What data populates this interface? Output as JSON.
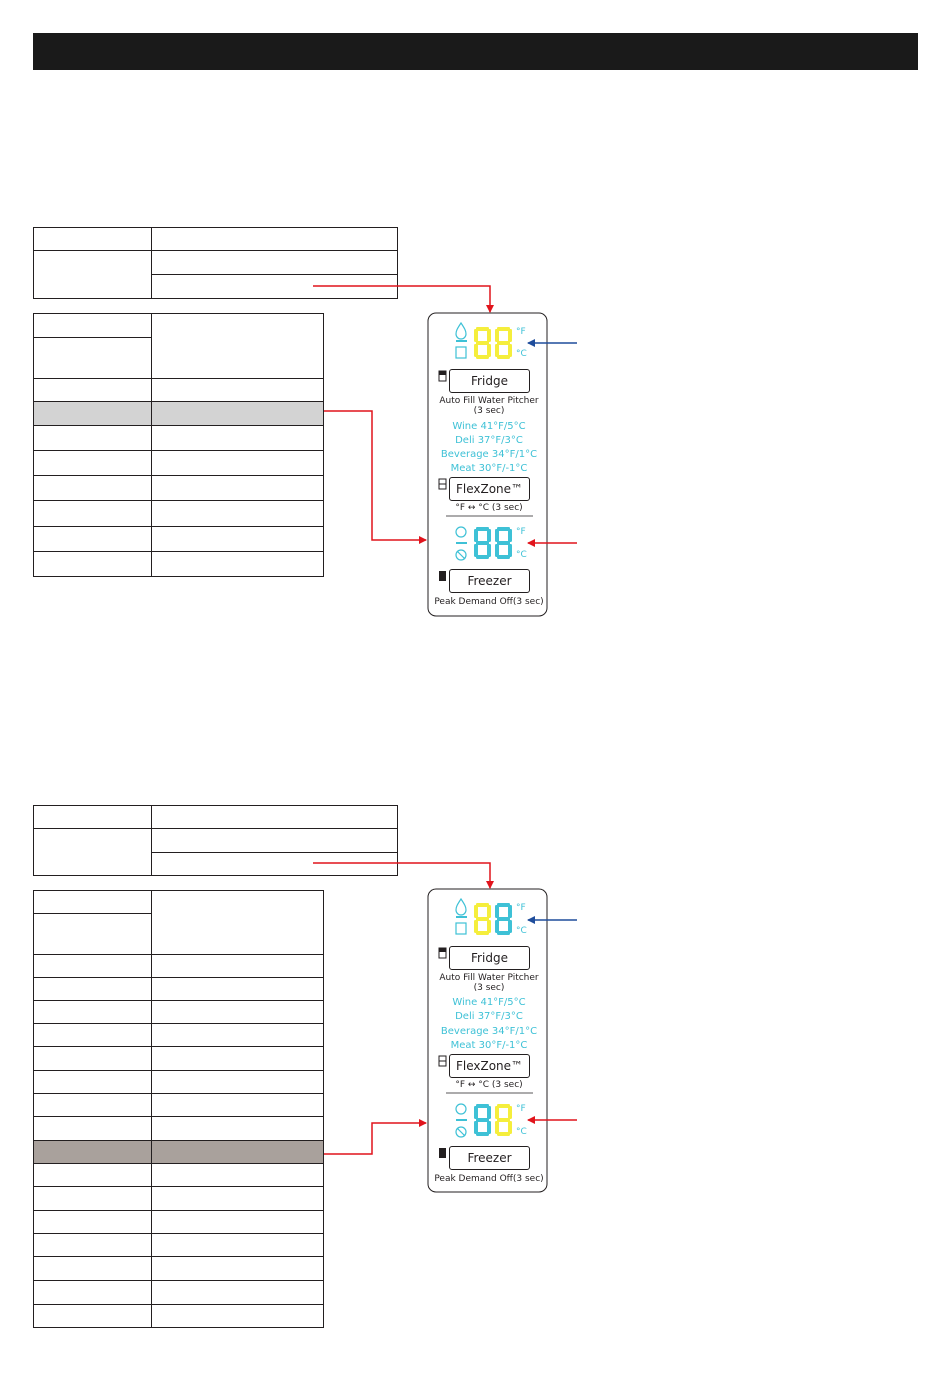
{
  "colors": {
    "header": "#1a1a1a",
    "digit_yellow": "#f5ee3c",
    "digit_cyan": "#3ec1d6",
    "arrow_red": "#e1141c",
    "arrow_blue": "#1f4d9c",
    "row_highlight_gray": "#d3d3d3",
    "row_highlight_taupe": "#a9a19c"
  },
  "panels": [
    {
      "fridge_button": "Fridge",
      "fridge_hint_1": "Auto Fill Water Pitcher",
      "fridge_hint_2": "(3 sec)",
      "modes": [
        "Wine  41°F/5°C",
        "Deli  37°F/3°C",
        "Beverage 34°F/1°C",
        "Meat  30°F/-1°C"
      ],
      "flexzone_button": "FlexZone™",
      "flexzone_hint": "°F ↔ °C (3 sec)",
      "freezer_button": "Freezer",
      "freezer_hint": "Peak Demand Off(3 sec)",
      "unit_f": "°F",
      "unit_c": "°C",
      "top_digit_colors": [
        "yellow",
        "yellow"
      ],
      "bottom_digit_colors": [
        "cyan",
        "cyan"
      ]
    },
    {
      "fridge_button": "Fridge",
      "fridge_hint_1": "Auto Fill Water Pitcher",
      "fridge_hint_2": "(3 sec)",
      "modes": [
        "Wine  41°F/5°C",
        "Deli  37°F/3°C",
        "Beverage 34°F/1°C",
        "Meat  30°F/-1°C"
      ],
      "flexzone_button": "FlexZone™",
      "flexzone_hint": "°F ↔ °C (3 sec)",
      "freezer_button": "Freezer",
      "freezer_hint": "Peak Demand Off(3 sec)",
      "unit_f": "°F",
      "unit_c": "°C",
      "top_digit_colors": [
        "yellow",
        "cyan"
      ],
      "bottom_digit_colors": [
        "cyan",
        "yellow"
      ]
    }
  ]
}
